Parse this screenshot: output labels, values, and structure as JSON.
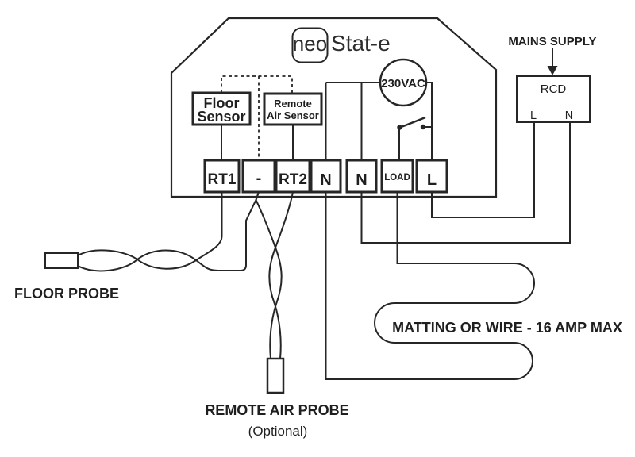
{
  "device": {
    "logo_neo": "neo",
    "logo_stat": "Stat-e",
    "voltage_label": "230VAC",
    "floor_sensor_line1": "Floor",
    "floor_sensor_line2": "Sensor",
    "remote_air_sensor_line1": "Remote",
    "remote_air_sensor_line2": "Air Sensor"
  },
  "terminals": [
    {
      "label": "RT1"
    },
    {
      "label": "-"
    },
    {
      "label": "RT2"
    },
    {
      "label": "N"
    },
    {
      "label": "N"
    },
    {
      "label": "LOAD"
    },
    {
      "label": "L"
    }
  ],
  "mains": {
    "supply_label": "MAINS SUPPLY",
    "rcd_label": "RCD",
    "live_label": "L",
    "neutral_label": "N"
  },
  "labels": {
    "floor_probe": "FLOOR PROBE",
    "remote_air_probe": "REMOTE AIR PROBE",
    "remote_air_probe_note": "(Optional)",
    "heating_load": "MATTING OR WIRE - 16 AMP MAX"
  },
  "colors": {
    "line": "#262626",
    "background": "#ffffff"
  }
}
